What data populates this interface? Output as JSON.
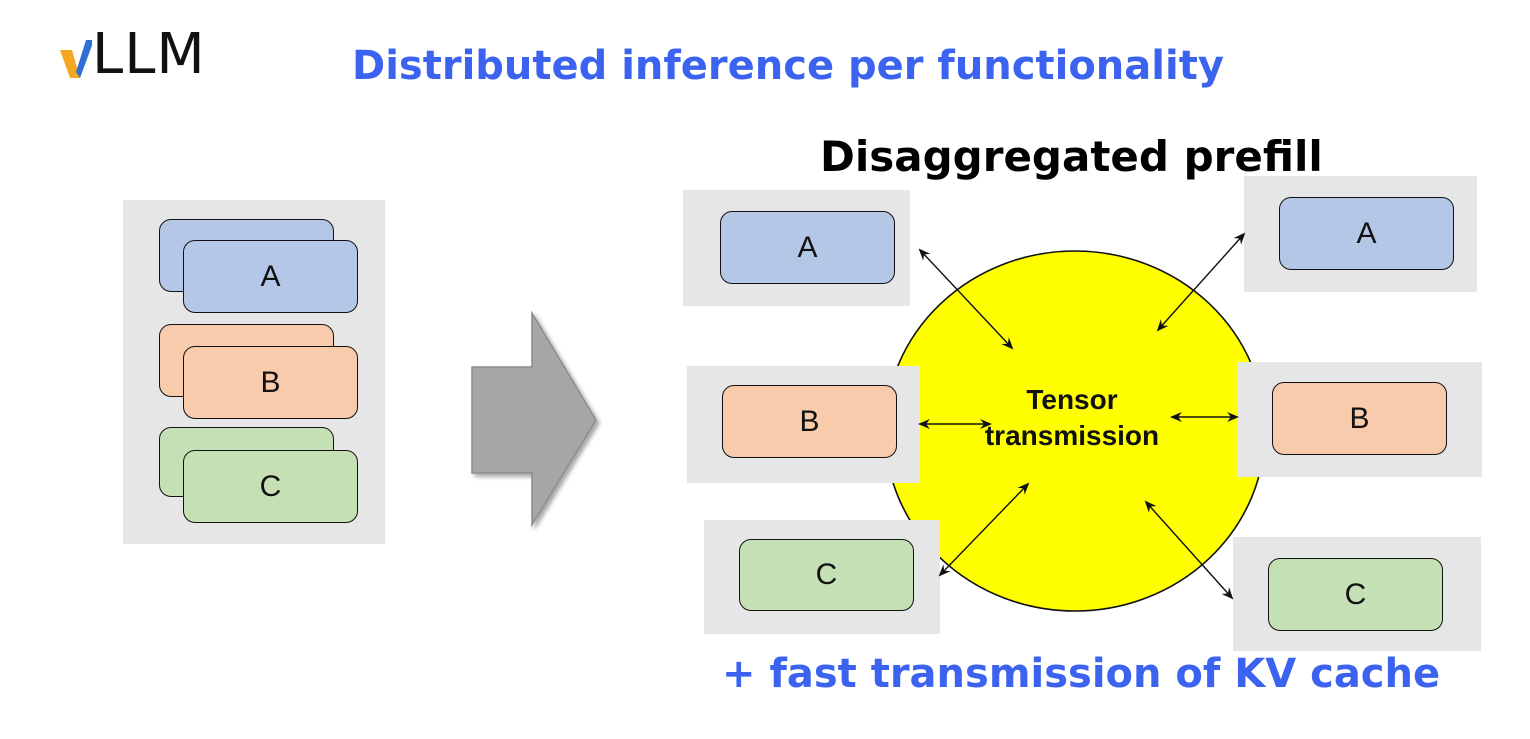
{
  "logo": {
    "text": "LLM",
    "accent_colors": [
      "#f5a623",
      "#2f6fd6"
    ]
  },
  "title": "Distributed inference per functionality",
  "subtitle": "Disaggregated prefill",
  "footer": "+ fast transmission of KV cache",
  "center": {
    "line1": "Tensor",
    "line2": "transmission",
    "fill": "#ffff00"
  },
  "stack": {
    "labels": [
      "A",
      "B",
      "C"
    ]
  },
  "left_nodes": [
    "A",
    "B",
    "C"
  ],
  "right_nodes": [
    "A",
    "B",
    "C"
  ],
  "colors": {
    "A": "#b4c7e7",
    "B": "#f8cbad",
    "C": "#c5e0b4",
    "panel": "#e6e6e6",
    "title_blue": "#3b63f0",
    "arrow_gray": "#a6a6a6"
  }
}
